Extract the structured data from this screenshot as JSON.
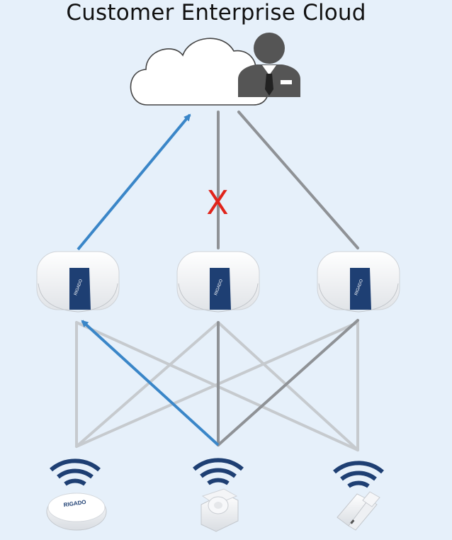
{
  "diagram": {
    "title": "Customer Enterprise Cloud",
    "failed_link_marker": "X",
    "gateway_brand": "RIGADO",
    "sensor_brand": "RIGADO",
    "colors": {
      "background": "#e6f0fa",
      "active_path": "#3a86c8",
      "backhaul_link": "#8f9296",
      "mesh_link_light": "#c6cace",
      "mesh_link_dark": "#8f9296",
      "failure_marker": "#e0241b",
      "gateway_band": "#1e3f73",
      "wifi_signal": "#1e3f73",
      "user_icon": "#555555"
    },
    "nodes": {
      "cloud": {
        "icon": "cloud-icon"
      },
      "user": {
        "icon": "business-user-icon"
      },
      "gateways": [
        "gateway-left",
        "gateway-center",
        "gateway-right"
      ],
      "sensors": [
        "button-sensor",
        "motion-sensor",
        "door-sensor"
      ]
    }
  }
}
